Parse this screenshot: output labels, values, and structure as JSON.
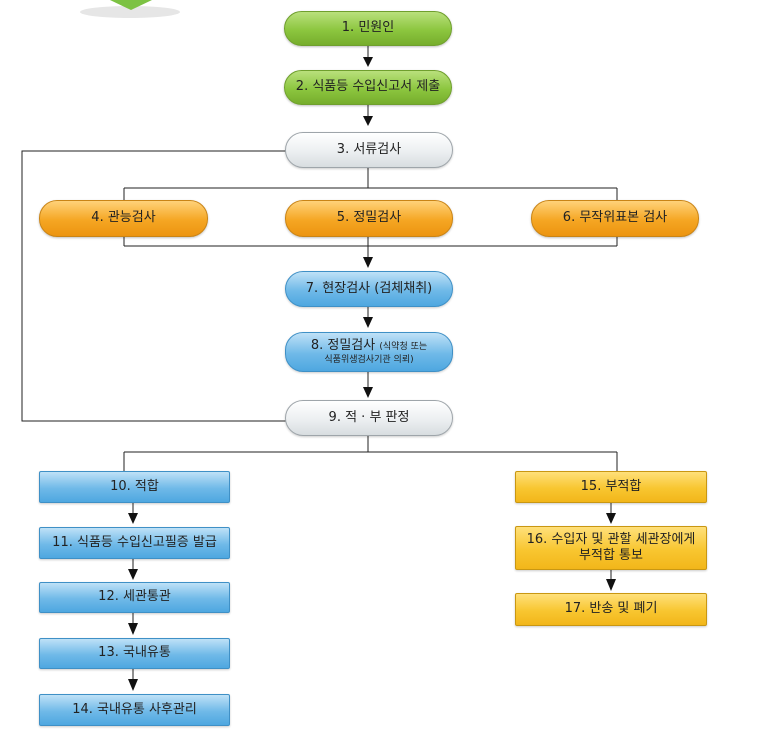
{
  "nodes": {
    "n1": "1. 민원인",
    "n2": "2. 식품등 수입신고서 제출",
    "n3": "3. 서류검사",
    "n4": "4. 관능검사",
    "n5": "5. 정밀검사",
    "n6": "6. 무작위표본 검사",
    "n7": "7. 현장검사 (검체채취)",
    "n8_main": "8. 정밀검사",
    "n8_sub1": "(식약청 또는",
    "n8_sub2": "식품위생검사기관 의뢰)",
    "n9": "9. 적 · 부 판정",
    "n10": "10. 적합",
    "n11": "11. 식품등 수입신고필증 발급",
    "n12": "12. 세관통관",
    "n13": "13. 국내유통",
    "n14": "14. 국내유통 사후관리",
    "n15": "15. 부적합",
    "n16_line1": "16. 수입자 및 관할 세관장에게",
    "n16_line2": "부적합 통보",
    "n17": "17. 반송 및 폐기"
  },
  "colors": {
    "start": "#8cc63f",
    "decision": "#eceff1",
    "inspection": "#f5a623",
    "process": "#6fb9e8",
    "reject": "#f8c630"
  }
}
